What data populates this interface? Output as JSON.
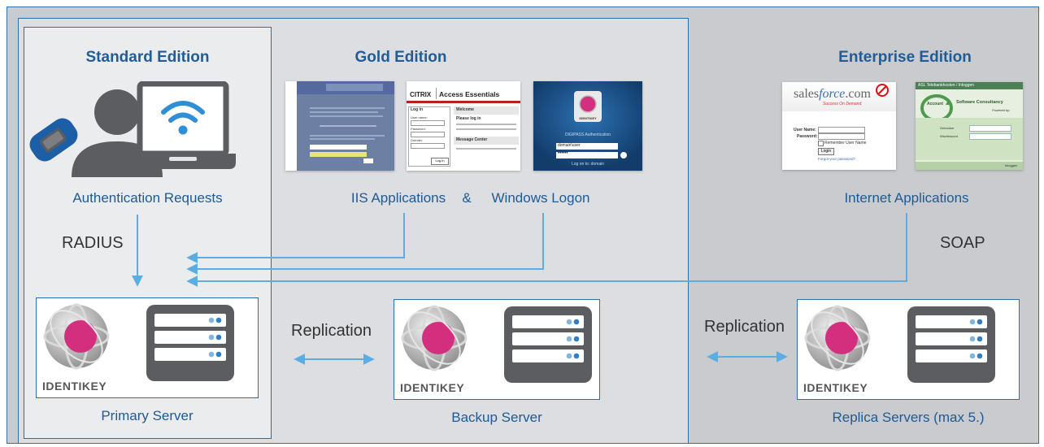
{
  "editions": {
    "standard": "Standard Edition",
    "gold": "Gold Edition",
    "enterprise": "Enterprise Edition"
  },
  "sources": {
    "auth_requests": "Authentication Requests",
    "iis": "IIS Applications",
    "ampersand": "&",
    "windows_logon": "Windows Logon",
    "internet_apps": "Internet Applications"
  },
  "protocols": {
    "radius": "RADIUS",
    "soap": "SOAP",
    "replication_1": "Replication",
    "replication_2": "Replication"
  },
  "servers": {
    "primary": "Primary Server",
    "backup": "Backup Server",
    "replica": "Replica Servers (max 5.)",
    "brand": "IDENTIKEY"
  },
  "screenshots": {
    "citrix": {
      "brand": "CITRIX",
      "title": "Access Essentials",
      "login_header": "Log in",
      "welcome": "Welcome",
      "please_login": "Please log in",
      "user_name": "User name:",
      "password": "Password:",
      "domain": "Domain:",
      "message_center": "Message Center",
      "login_button": "Log In"
    },
    "windows": {
      "brand_text": "IDENTIKEY",
      "auth_text": "DIGIPASS Authentication",
      "user_value": "domain\\user",
      "password_value": "••••••",
      "logon_to": "Log on to: domain"
    },
    "salesforce": {
      "logo_a": "sales",
      "logo_b": "force",
      "logo_c": ".com",
      "tagline": "Success On Demand.",
      "user_name": "User Name:",
      "password": "Password:",
      "remember": "Remember User Name",
      "login": "Login",
      "forgot": "Forgot your password?"
    },
    "software": {
      "header": "ASL Telebankhosten / Inloggen",
      "account": "Account",
      "consultancy": "Software Consultancy",
      "powered": "Powered by:",
      "field1": "Gebruiker",
      "field2": "Wachtwoord",
      "footer": "Inloggen"
    }
  },
  "colors": {
    "accent": "#1f5c98",
    "arrow": "#5aaee3",
    "dark_gray": "#5c5d60",
    "dot_blue": "#2f80c8"
  }
}
